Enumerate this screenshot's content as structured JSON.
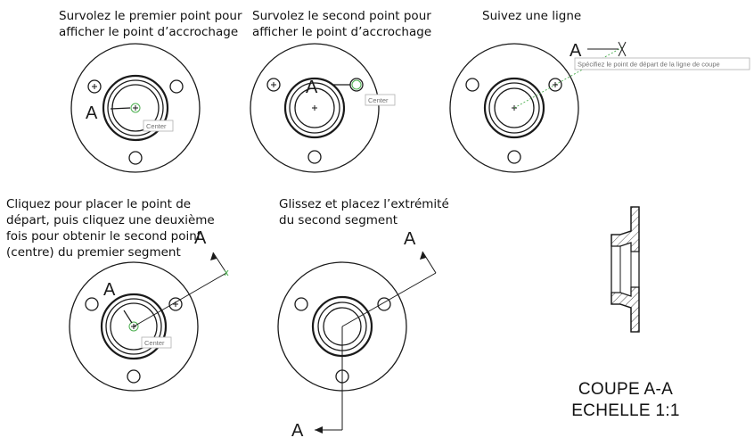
{
  "steps": [
    {
      "lines": [
        "Survolez le premier point pour",
        "afficher le point d’accrochage"
      ]
    },
    {
      "lines": [
        "Survolez le second point pour",
        "afficher le point d’accrochage"
      ]
    },
    {
      "lines": [
        "Suivez une ligne"
      ]
    },
    {
      "lines": [
        "Cliquez pour placer le point de",
        "départ, puis cliquez une deuxième",
        "fois pour obtenir le second point",
        "(centre) du premier segment"
      ]
    },
    {
      "lines": [
        "Glissez et placez l’extrémité",
        "du second segment"
      ]
    }
  ],
  "section_letter": "A",
  "tooltips": {
    "center": "Center",
    "start_point": "Spécifiez le point de départ de la ligne de coupe"
  },
  "title_block": {
    "line1": "COUPE A-A",
    "line2": "ECHELLE 1:1"
  },
  "colors": {
    "stroke": "#1a1a1a",
    "snap_green": "#4caf50",
    "tooltip_border": "#b0b0b0",
    "tooltip_text": "#707070"
  }
}
